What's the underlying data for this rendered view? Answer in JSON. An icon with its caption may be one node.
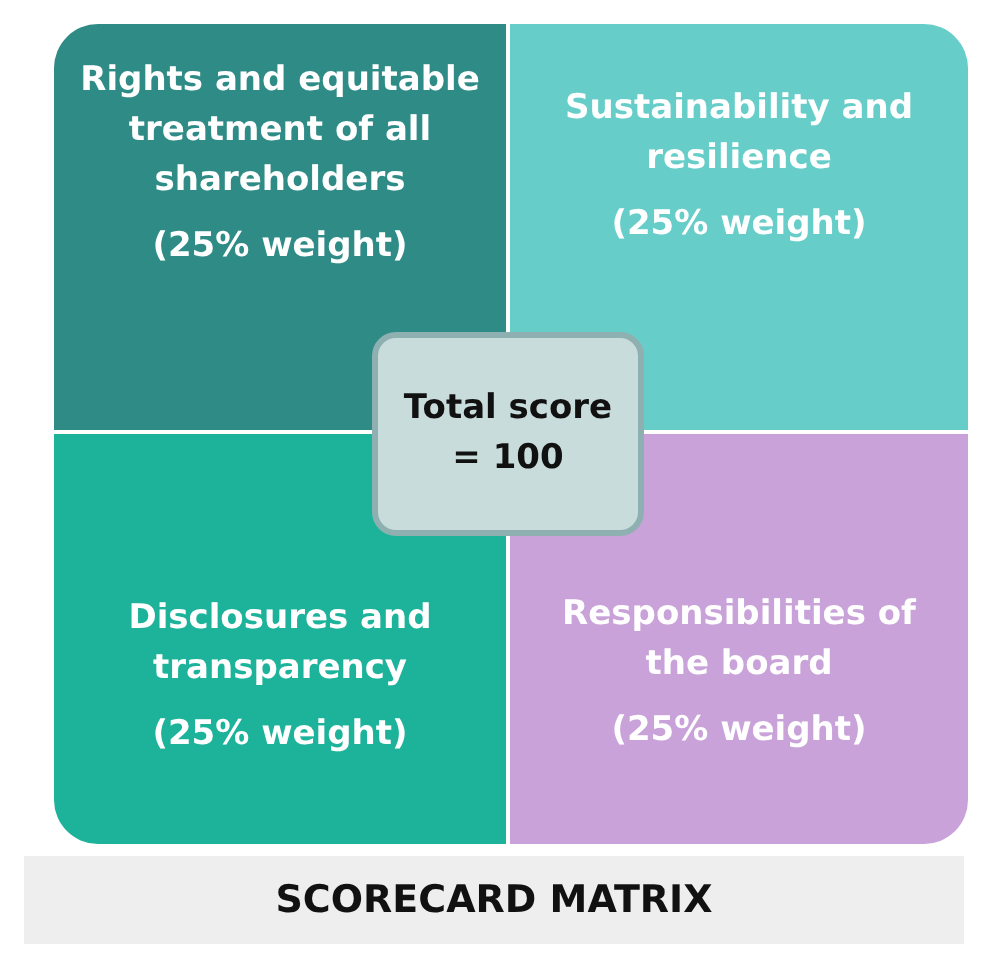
{
  "diagram": {
    "caption": "SCORECARD MATRIX",
    "nodes": [
      {
        "text": [
          "Rights and equitable treatment of all shareholders",
          "(25% weight)"
        ]
      },
      {
        "text": [
          "Sustainability and resilience",
          "(25% weight)"
        ]
      },
      {
        "text": [
          "Disclosures and transparency",
          "(25% weight)"
        ]
      },
      {
        "text": [
          "Responsibilities of the board",
          "(25% weight)"
        ]
      },
      {
        "text": [
          "Total score = 100"
        ]
      }
    ],
    "edges": []
  }
}
